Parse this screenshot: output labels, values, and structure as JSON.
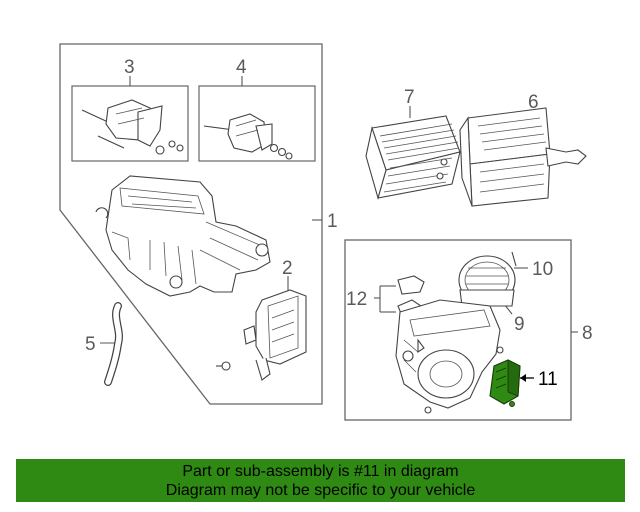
{
  "diagram": {
    "callouts": {
      "c1": "1",
      "c2": "2",
      "c3": "3",
      "c4": "4",
      "c5": "5",
      "c6": "6",
      "c7": "7",
      "c8": "8",
      "c9": "9",
      "c10": "10",
      "c11": "11",
      "c12": "12"
    },
    "highlighted_part": "11",
    "highlight_color": "#2e8a12"
  },
  "footer": {
    "line1": "Part or sub-assembly is #11 in diagram",
    "line2": "Diagram may not be specific to your vehicle",
    "background": "#2e8a12"
  }
}
